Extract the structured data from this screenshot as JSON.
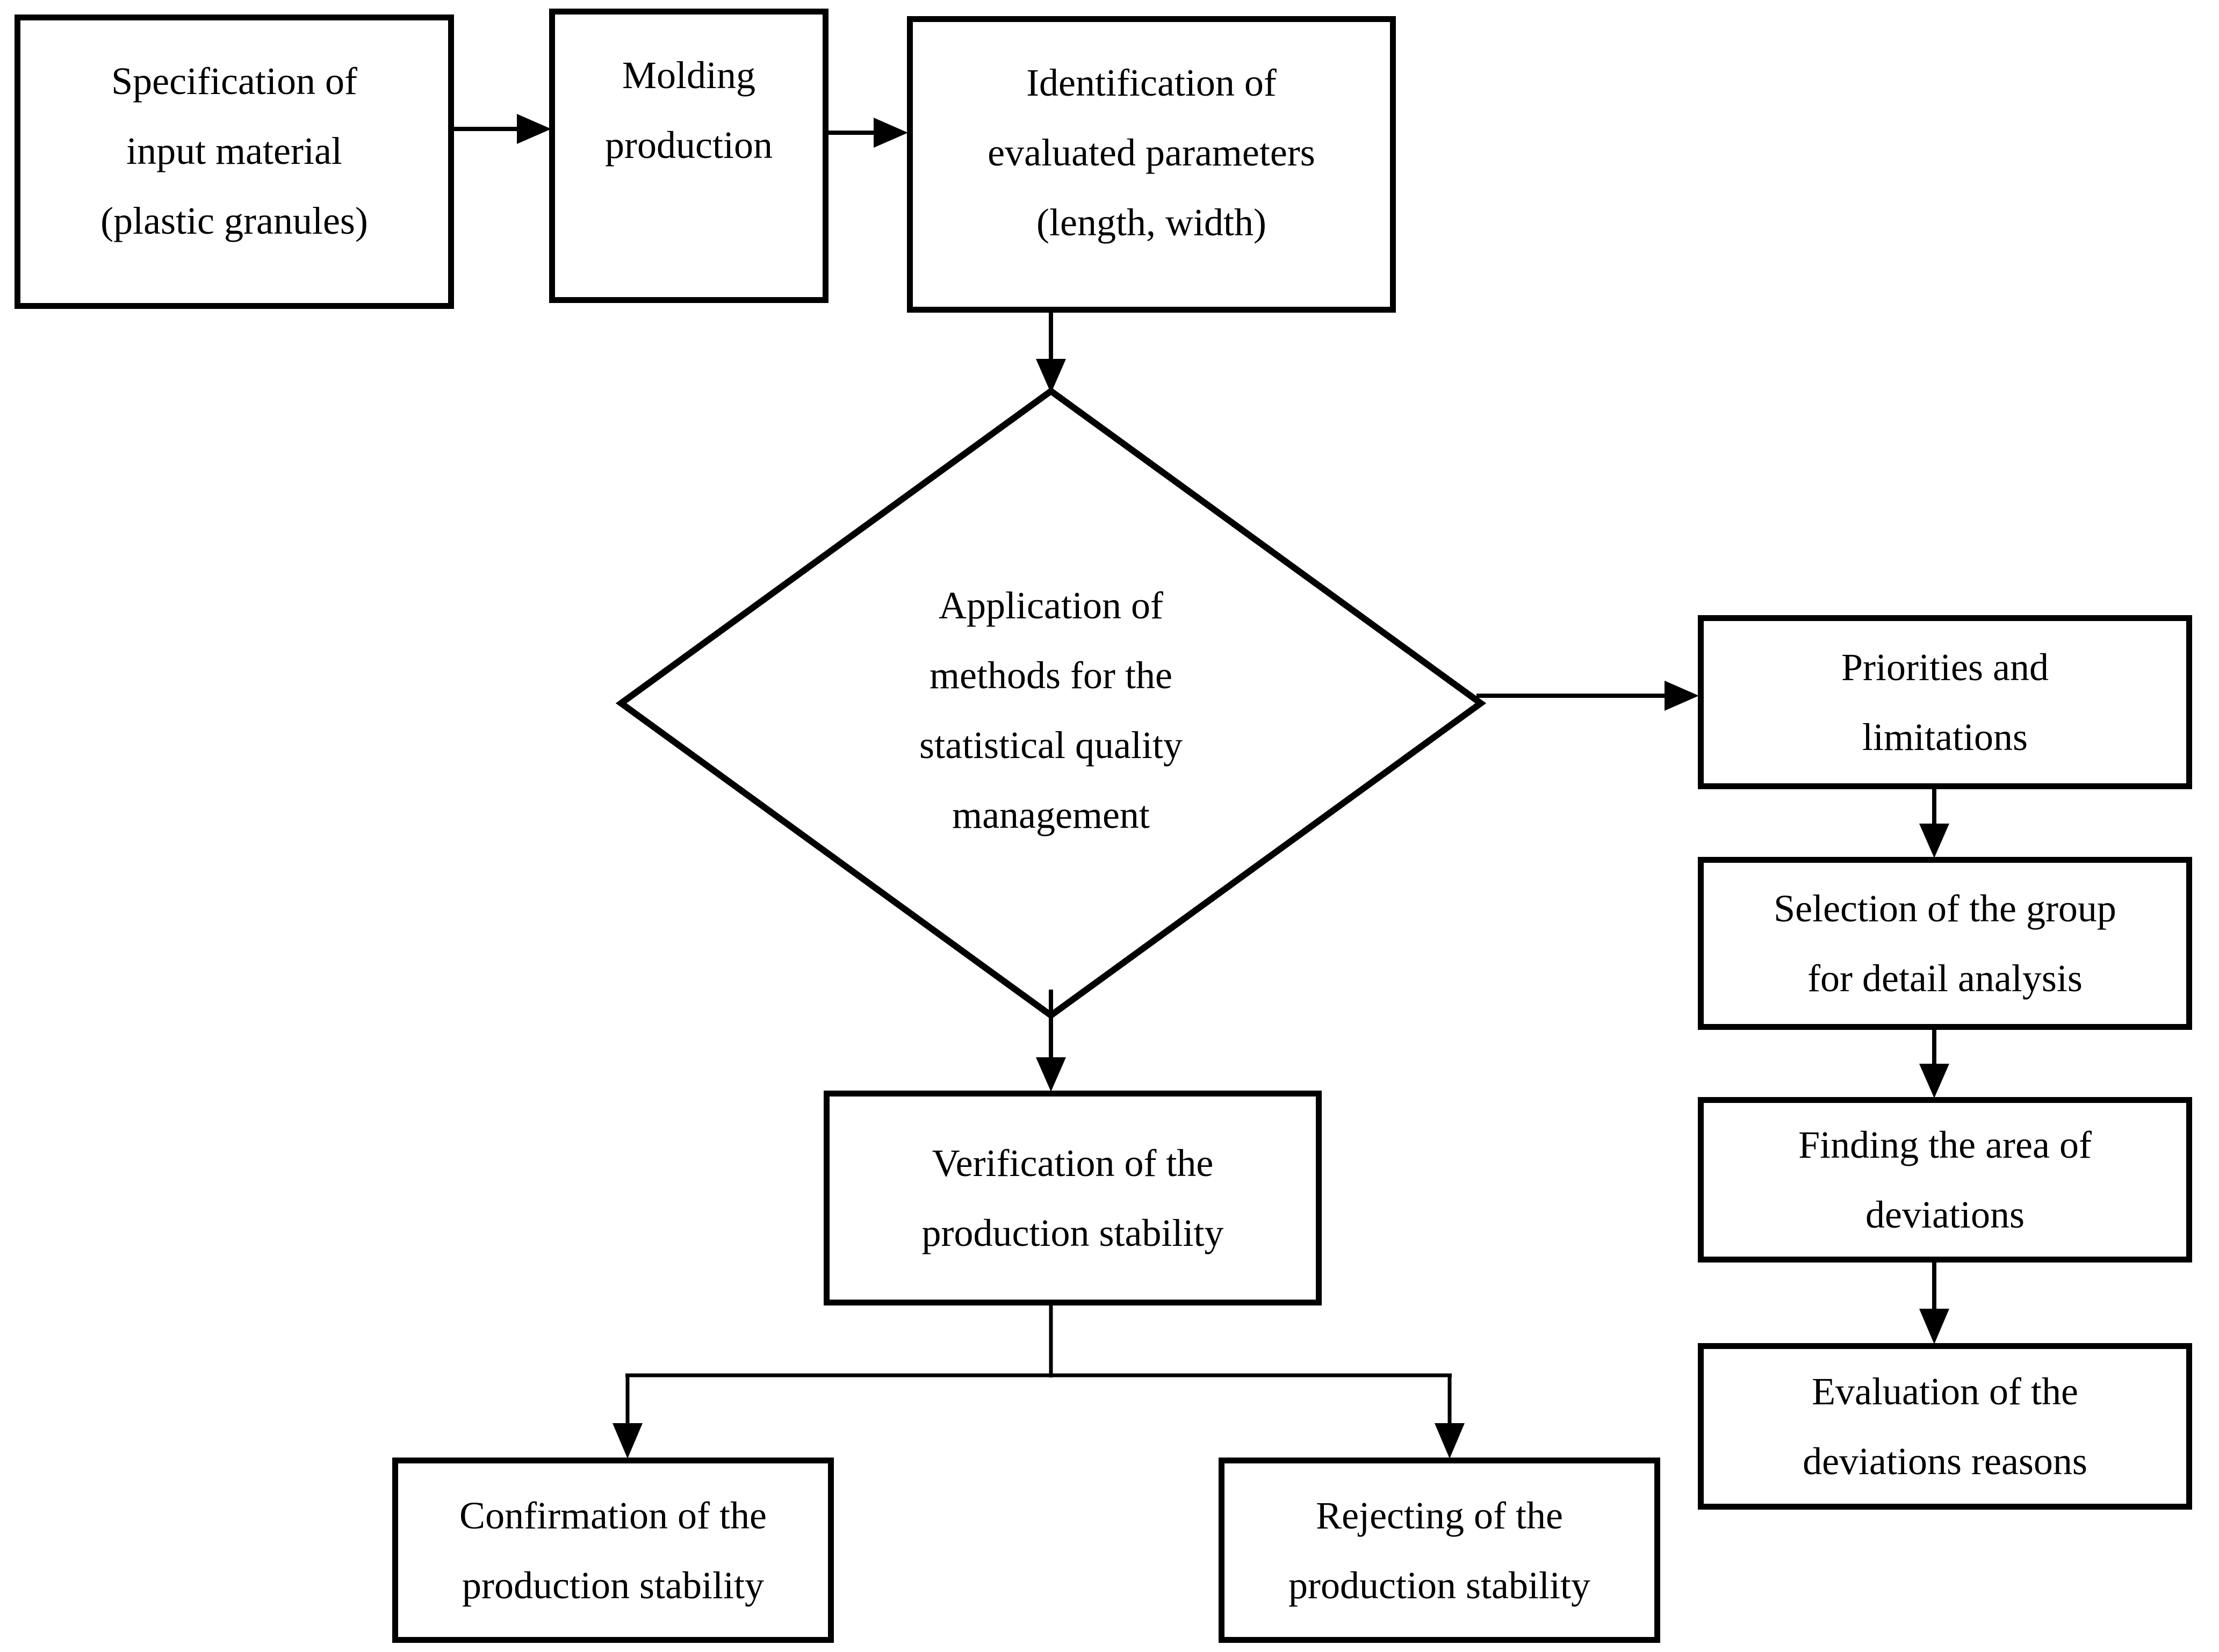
{
  "figure": {
    "background_color": "#ffffff",
    "stroke_color": "#000000",
    "text_color": "#000000",
    "nodes": {
      "specification": {
        "shape": "rectangle",
        "text": "Specification of\ninput material\n(plastic granules)"
      },
      "molding": {
        "shape": "rectangle",
        "text": "Molding\nproduction"
      },
      "identification": {
        "shape": "rectangle",
        "text": "Identification of\nevaluated parameters\n(length, width)"
      },
      "application": {
        "shape": "diamond",
        "text": "Application of\nmethods for the\nstatistical quality\nmanagement"
      },
      "priorities": {
        "shape": "rectangle",
        "text": "Priorities and\nlimitations"
      },
      "selection": {
        "shape": "rectangle",
        "text": "Selection of the group\nfor detail analysis"
      },
      "finding": {
        "shape": "rectangle",
        "text": "Finding the area of\ndeviations"
      },
      "evaluation": {
        "shape": "rectangle",
        "text": "Evaluation of the\ndeviations reasons"
      },
      "verification": {
        "shape": "rectangle",
        "text": "Verification of the\nproduction stability"
      },
      "confirmation": {
        "shape": "rectangle",
        "text": "Confirmation of the\nproduction stability"
      },
      "rejecting": {
        "shape": "rectangle",
        "text": "Rejecting of the\nproduction stability"
      }
    },
    "edges": [
      {
        "from": "specification",
        "to": "molding",
        "type": "arrow"
      },
      {
        "from": "molding",
        "to": "identification",
        "type": "arrow"
      },
      {
        "from": "identification",
        "to": "application",
        "type": "arrow"
      },
      {
        "from": "application",
        "to": "priorities",
        "type": "arrow"
      },
      {
        "from": "application",
        "to": "verification",
        "type": "arrow"
      },
      {
        "from": "priorities",
        "to": "selection",
        "type": "arrow"
      },
      {
        "from": "selection",
        "to": "finding",
        "type": "arrow"
      },
      {
        "from": "finding",
        "to": "evaluation",
        "type": "arrow"
      },
      {
        "from": "verification",
        "to": "confirmation",
        "type": "arrow"
      },
      {
        "from": "verification",
        "to": "rejecting",
        "type": "arrow"
      }
    ]
  }
}
